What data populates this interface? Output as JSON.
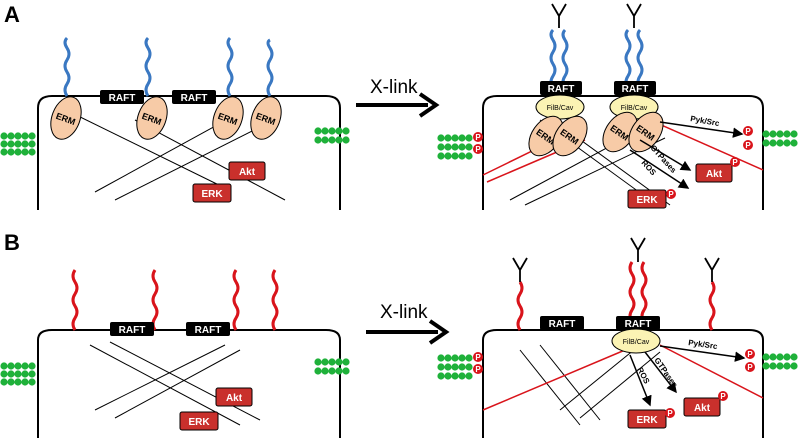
{
  "panels": {
    "a_label": "A",
    "b_label": "B"
  },
  "labels": {
    "raft": "RAFT",
    "erm": "ERM",
    "akt": "Akt",
    "erk": "ERK",
    "filb_cav": "FilB/Cav",
    "x_link": "X-link",
    "pyk_src": "Pyk/Src",
    "gtpases": "GTPases",
    "ros": "ROS",
    "phospho": "P"
  },
  "colors": {
    "blue_receptor": "#3a78c2",
    "red_receptor": "#d9141b",
    "kinase_box": "#c9302c",
    "erm_fill": "#f7cba7",
    "filb_fill": "#fbf3b4",
    "green_chain": "#1fb13a",
    "raft_box": "#000000"
  },
  "icons": {
    "arrow": "right-arrow-icon",
    "antibody": "y-shaped-antibody-icon",
    "phospho": "phosphate-circle-icon"
  }
}
